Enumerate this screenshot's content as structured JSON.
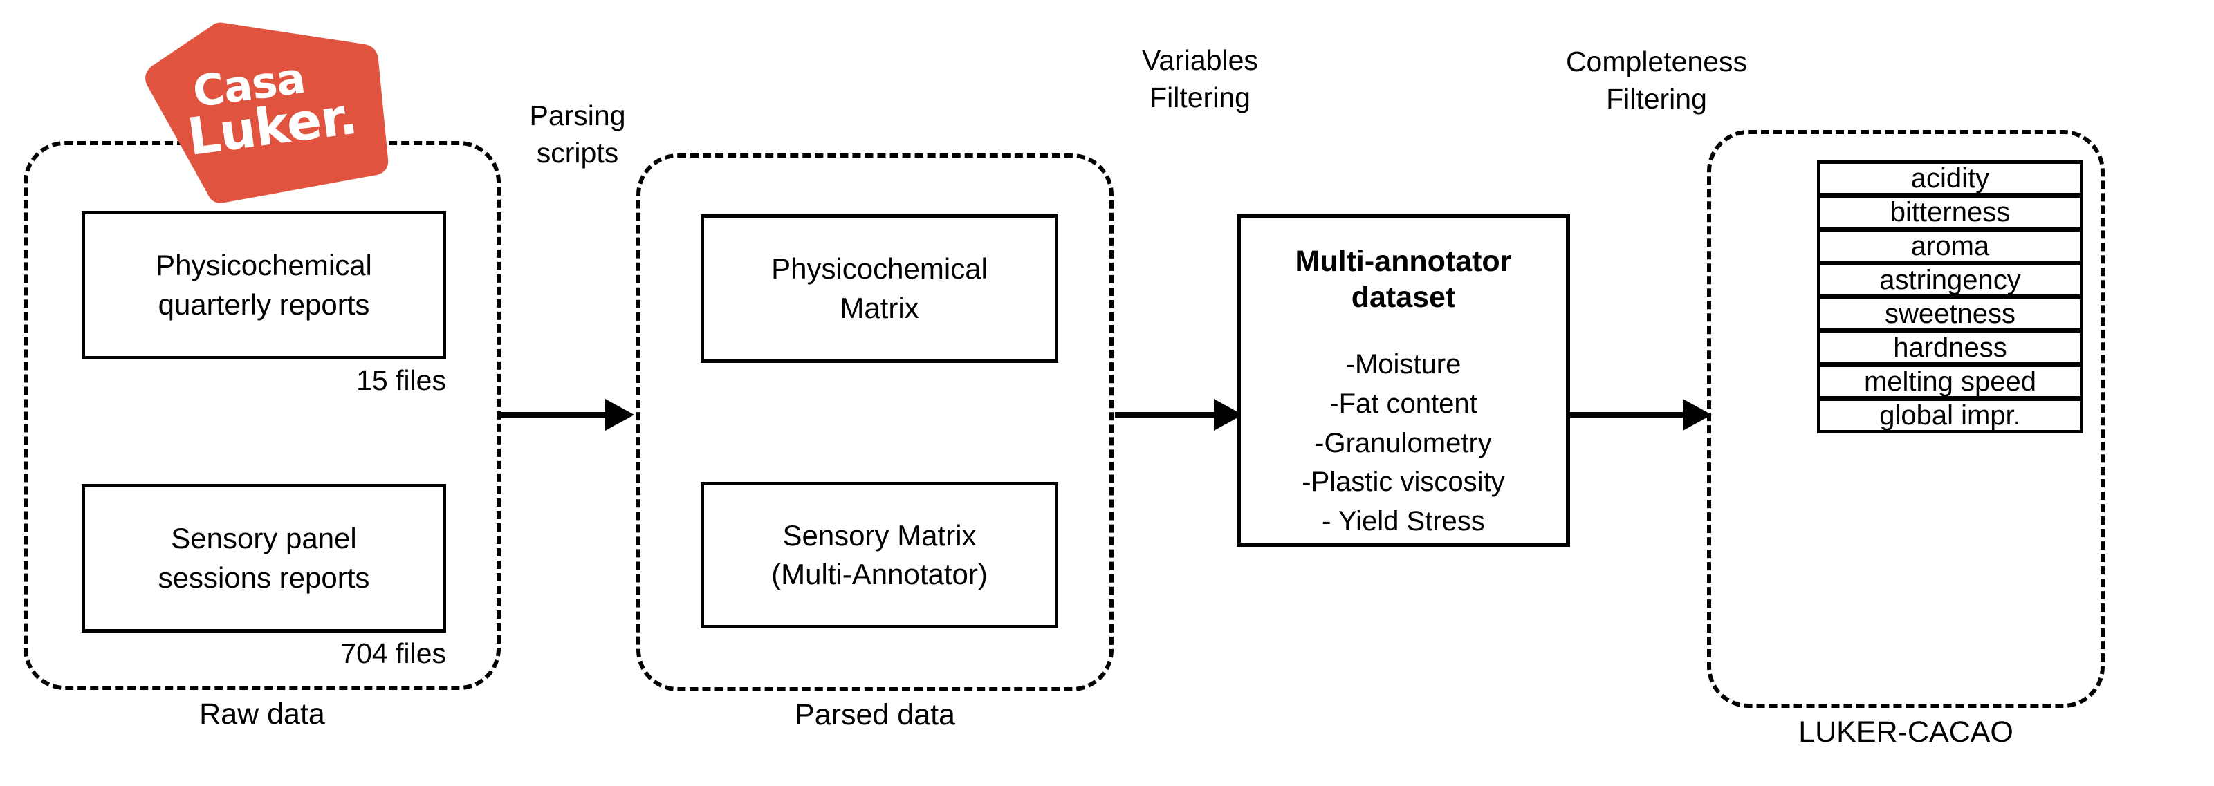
{
  "logo": {
    "name": "casa-luker-logo",
    "word1": "Casa",
    "word2": "Luker.",
    "color": "#E0543F"
  },
  "groups": [
    {
      "id": "raw-data",
      "caption": "Raw data"
    },
    {
      "id": "parsed-data",
      "caption": "Parsed data"
    },
    {
      "id": "luker-cacao",
      "caption": "LUKER-CACAO"
    }
  ],
  "raw_data": {
    "boxes": [
      {
        "line1": "Physicochemical",
        "line2": "quarterly reports",
        "count": "15 files"
      },
      {
        "line1": "Sensory panel",
        "line2": "sessions reports",
        "count": "704 files"
      }
    ]
  },
  "parsed_data": {
    "boxes": [
      {
        "line1": "Physicochemical",
        "line2": "Matrix"
      },
      {
        "line1": "Sensory Matrix",
        "line2": "(Multi-Annotator)"
      }
    ]
  },
  "dataset": {
    "title_line1": "Multi-annotator",
    "title_line2": "dataset",
    "variables": [
      "-Moisture",
      "-Fat content",
      "-Granulometry",
      "-Plastic viscosity",
      "- Yield Stress"
    ]
  },
  "attributes": [
    "acidity",
    "bitterness",
    "aroma",
    "astringency",
    "sweetness",
    "hardness",
    "melting speed",
    "global impr."
  ],
  "process_labels": [
    {
      "id": "parsing",
      "line1": "Parsing",
      "line2": "scripts"
    },
    {
      "id": "variables",
      "line1": "Variables",
      "line2": "Filtering"
    },
    {
      "id": "completeness",
      "line1": "Completeness",
      "line2": "Filtering"
    }
  ]
}
